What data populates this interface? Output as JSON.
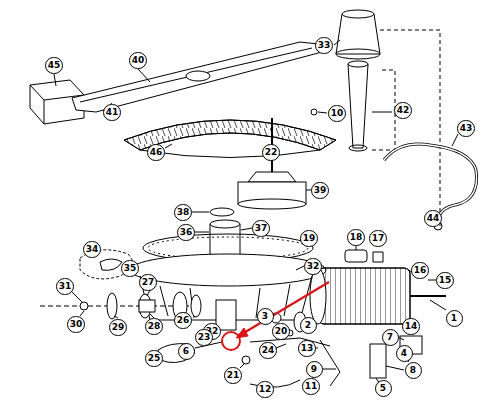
{
  "diagram": {
    "labels": [
      "33",
      "40",
      "45",
      "42",
      "41",
      "10",
      "43",
      "46",
      "22",
      "39",
      "38",
      "44",
      "36",
      "37",
      "19",
      "18",
      "17",
      "34",
      "35",
      "32",
      "16",
      "15",
      "27",
      "31",
      "3",
      "1",
      "26",
      "30",
      "14",
      "29",
      "28",
      "2",
      "20",
      "32",
      "7",
      "23",
      "25",
      "13",
      "24",
      "6",
      "4",
      "9",
      "8",
      "21",
      "11",
      "5",
      "12"
    ]
  }
}
